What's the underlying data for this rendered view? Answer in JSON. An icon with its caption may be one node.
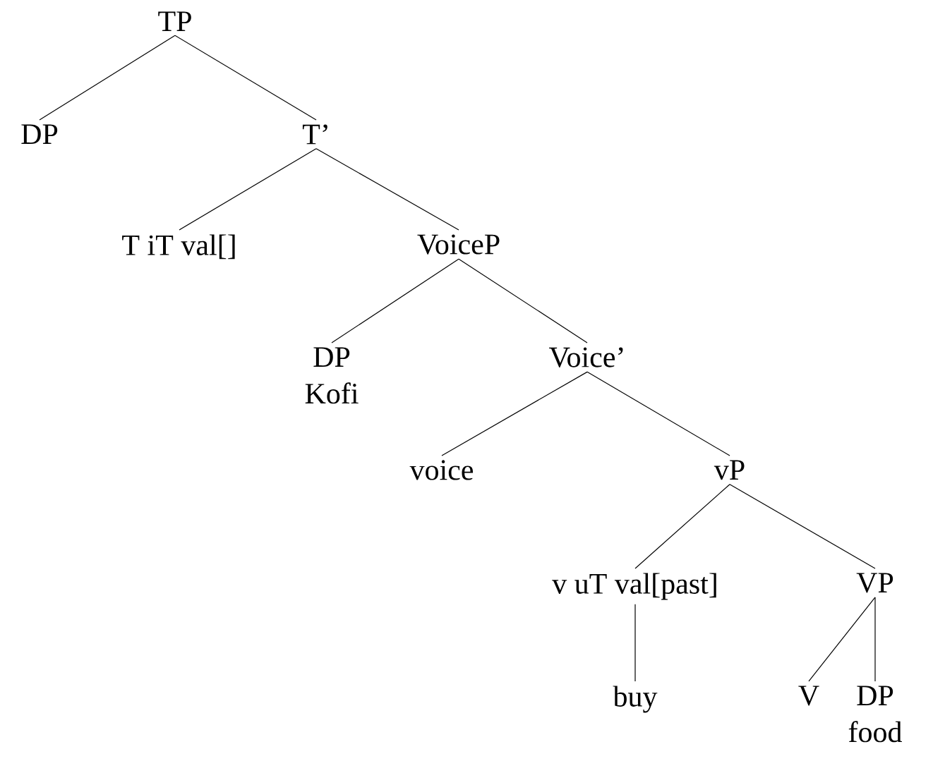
{
  "diagram": {
    "nodes": [
      {
        "text": [
          "TP"
        ]
      },
      {
        "text": [
          "DP"
        ]
      },
      {
        "text": [
          "T’"
        ]
      },
      {
        "text": [
          "T iT val[]"
        ]
      },
      {
        "text": [
          "VoiceP"
        ]
      },
      {
        "text": [
          "DP",
          "Kofi"
        ]
      },
      {
        "text": [
          "Voice’"
        ]
      },
      {
        "text": [
          "voice"
        ]
      },
      {
        "text": [
          "vP"
        ]
      },
      {
        "text": [
          "v uT val[past]"
        ]
      },
      {
        "text": [
          "VP"
        ]
      },
      {
        "text": [
          "buy"
        ]
      },
      {
        "text": [
          "V"
        ]
      },
      {
        "text": [
          "DP",
          "food"
        ]
      }
    ],
    "edges": [
      {
        "from": 0,
        "to": 1,
        "arrow": "none"
      },
      {
        "from": 0,
        "to": 2,
        "arrow": "none"
      },
      {
        "from": 2,
        "to": 3,
        "arrow": "none"
      },
      {
        "from": 2,
        "to": 4,
        "arrow": "none"
      },
      {
        "from": 4,
        "to": 5,
        "arrow": "none"
      },
      {
        "from": 4,
        "to": 6,
        "arrow": "none"
      },
      {
        "from": 6,
        "to": 7,
        "arrow": "none"
      },
      {
        "from": 6,
        "to": 8,
        "arrow": "none"
      },
      {
        "from": 8,
        "to": 9,
        "arrow": "none"
      },
      {
        "from": 8,
        "to": 10,
        "arrow": "none"
      },
      {
        "from": 9,
        "to": 11,
        "arrow": "none"
      },
      {
        "from": 10,
        "to": 12,
        "arrow": "none"
      },
      {
        "from": 10,
        "to": 13,
        "arrow": "none"
      }
    ]
  }
}
